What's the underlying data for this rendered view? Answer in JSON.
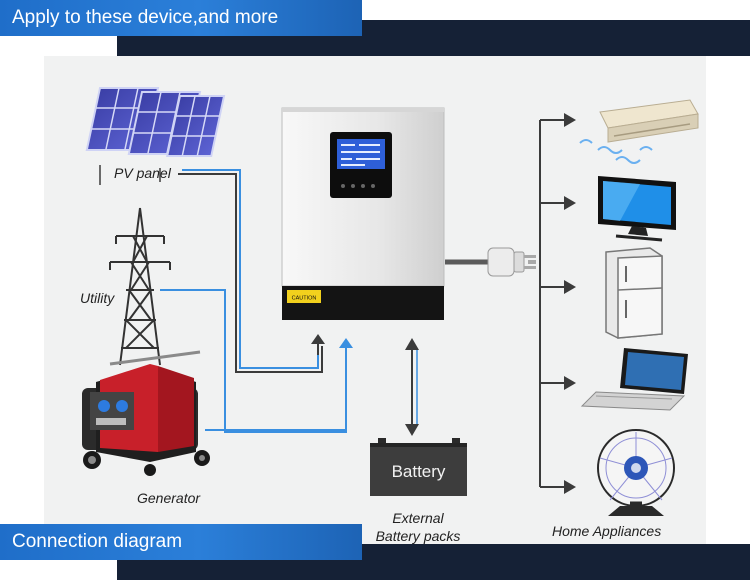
{
  "header": {
    "title": "Apply to these device,and more"
  },
  "footer": {
    "title": "Connection diagram"
  },
  "sources": {
    "pv_panel": "PV panel",
    "utility": "Utility",
    "generator": "Generator"
  },
  "inverter": {
    "caution_label": "CAUTION"
  },
  "battery": {
    "box_label": "Battery",
    "caption_line1": "External",
    "caption_line2": "Battery packs"
  },
  "appliances": {
    "caption": "Home Appliances"
  },
  "colors": {
    "banner_blue": "#2277d0",
    "banner_dark": "#152136",
    "wire_blue": "#3a8fe0",
    "arrow_dark": "#3b3b3b"
  }
}
